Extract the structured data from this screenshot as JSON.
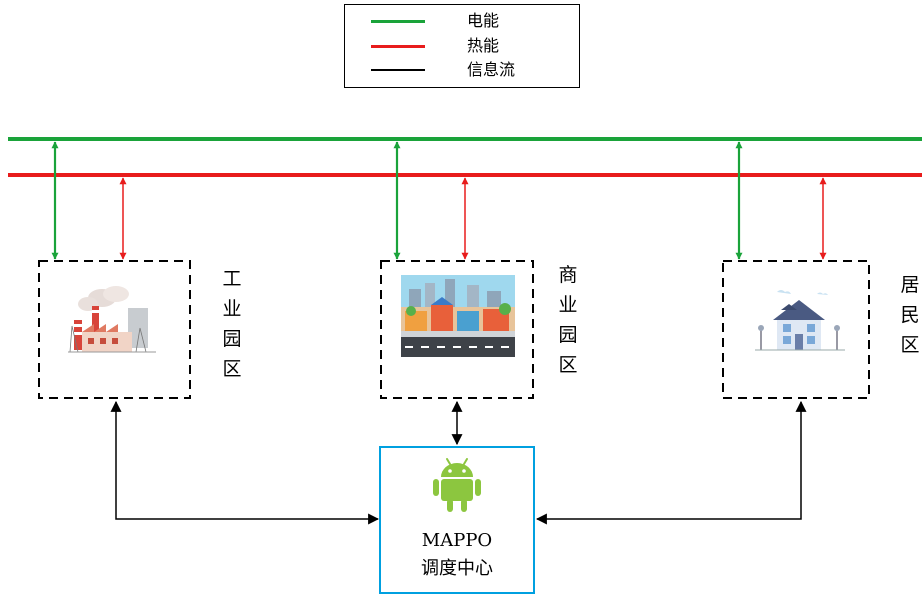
{
  "legend": {
    "items": [
      {
        "label": "电能",
        "color": "#1aa33a"
      },
      {
        "label": "热能",
        "color": "#e81c1c"
      },
      {
        "label": "信息流",
        "color": "#000000"
      }
    ]
  },
  "zones": [
    {
      "label": "工业园区",
      "icon": "factory-icon"
    },
    {
      "label": "商业园区",
      "icon": "commercial-street-icon"
    },
    {
      "label": "居民区",
      "icon": "house-icon"
    }
  ],
  "center": {
    "title": "MAPPO",
    "subtitle": "调度中心",
    "icon": "android-icon",
    "border_color": "#00a0e0"
  },
  "colors": {
    "power_line": "#1aa33a",
    "heat_line": "#e81c1c",
    "info_line": "#000000"
  }
}
